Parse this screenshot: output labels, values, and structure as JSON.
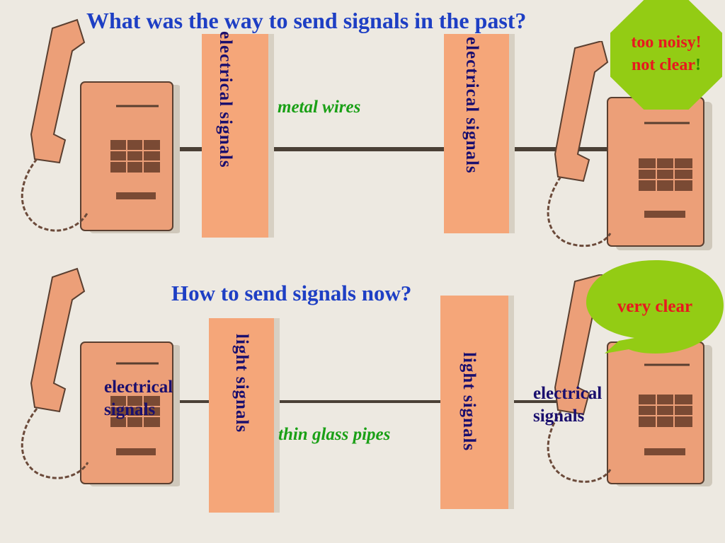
{
  "top": {
    "question": "What was the way to send signals in the past?",
    "medium": "metal  wires",
    "left_pillar": "electrical  signals",
    "right_pillar": "electrical  signals",
    "callout": {
      "line1": "too noisy!",
      "line2a": "not clear",
      "line2b": "!"
    }
  },
  "bottom": {
    "question": "How to send signals now?",
    "medium": "thin glass pipes",
    "left_pillar": "light   signals",
    "right_pillar": "light  signals",
    "left_label": {
      "line1": "electrical",
      "line2": "signals"
    },
    "right_label": {
      "line1": "electrical",
      "line2": "signals"
    },
    "callout": "very clear"
  },
  "colors": {
    "question": "#1e3fc4",
    "pillar": "#f5a679",
    "pillar_text": "#1a0f6e",
    "medium": "#1aa016",
    "callout_fill": "#93cc14",
    "callout_text": "#e8181f"
  }
}
